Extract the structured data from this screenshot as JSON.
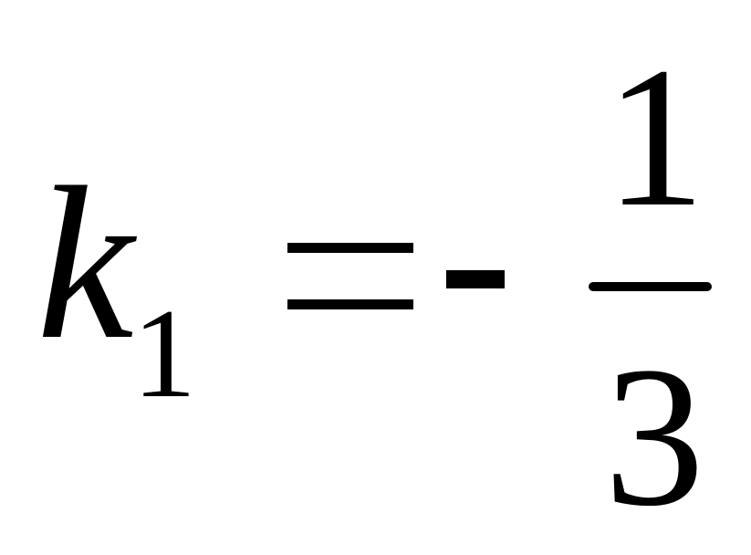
{
  "formula": {
    "variable": "k",
    "subscript": "1",
    "numerator": "1",
    "denominator": "3"
  }
}
